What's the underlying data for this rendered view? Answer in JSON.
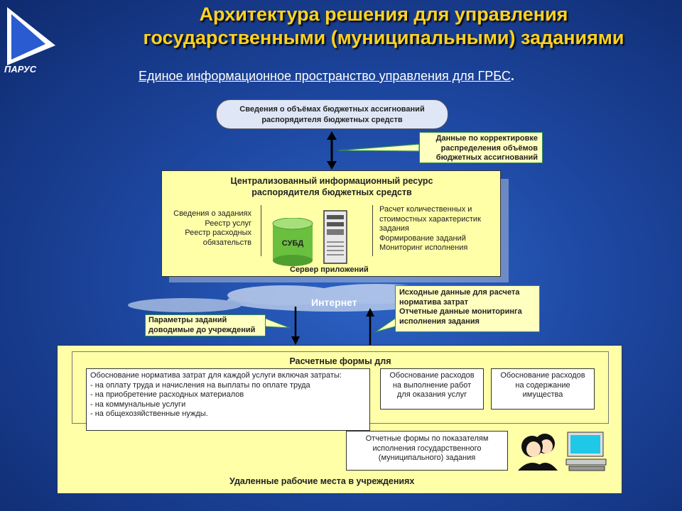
{
  "logo": {
    "text": "ПАРУС"
  },
  "title": {
    "line1": "Архитектура решения для управления",
    "line2": "государственными (муниципальными) заданиями"
  },
  "subtitle": {
    "text": "Единое информационное пространство управления для ГРБС",
    "suffix": "."
  },
  "top_box": {
    "line1": "Сведения о объёмах бюджетных ассигнований",
    "line2": "распорядителя бюджетных средств"
  },
  "callout_top": {
    "line1": "Данные по корректировке",
    "line2": "распределения объёмов",
    "line3": "бюджетных ассигнований"
  },
  "central": {
    "title1": "Централизованный информационный ресурс",
    "title2": "распорядителя бюджетных средств",
    "left_lines": [
      "Сведения о заданиях",
      "Реестр услуг",
      "Реестр расходных",
      "обязательств"
    ],
    "db_label": "СУБД",
    "server_label": "Сервер приложений",
    "right_lines": [
      "Расчет количественных и",
      "стоимостных характеристик",
      "задания",
      "Формирование заданий",
      "Мониторинг исполнения"
    ]
  },
  "internet": {
    "label": "Интернет"
  },
  "callout_params": {
    "line1": "Параметры  заданий",
    "line2": "доводимые до учреждений"
  },
  "callout_source": {
    "line1": "Исходные данные для расчета",
    "line2": "норматива затрат",
    "line3": "Отчетные данные мониторинга",
    "line4": "исполнения задания"
  },
  "bottom": {
    "forms_title": "Расчетные формы для",
    "doc1": {
      "title": "Обоснование норматива затрат для каждой услуги включая затраты:",
      "items": [
        "- на оплату труда и начисления на выплаты по оплате труда",
        "- на приобретение расходных материалов",
        "- на коммунальные услуги",
        "- на общехозяйственные нужды."
      ]
    },
    "doc2": {
      "line1": "Обоснование расходов",
      "line2": "на выполнение работ",
      "line3": "для оказания услуг"
    },
    "doc3": {
      "line1": "Обоснование расходов",
      "line2": "на содержание",
      "line3": "имущества"
    },
    "reports": {
      "line1": "Отчетные формы по показателям",
      "line2": "исполнения государственного",
      "line3": "(муниципального) задания"
    },
    "footer": "Удаленные рабочие места в учреждениях"
  },
  "colors": {
    "title": "#ffd21f",
    "box_fill": "#ffffa8",
    "callout_fill": "#ffffc0",
    "callout_border": "#2e8b57",
    "background": "#1d47a0"
  }
}
